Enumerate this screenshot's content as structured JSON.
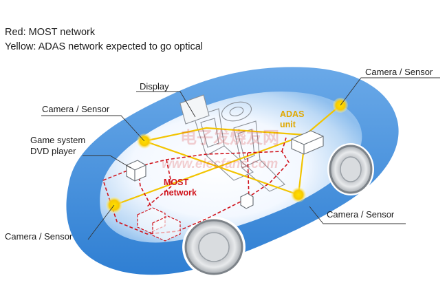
{
  "legend": {
    "red": "Red: MOST network",
    "yellow": "Yellow: ADAS network expected to go optical"
  },
  "labels": {
    "camera_sensor_top_right": "Camera / Sensor",
    "camera_sensor_upper_left": "Camera / Sensor",
    "display": "Display",
    "game_system_line1": "Game system",
    "game_system_line2": "DVD player",
    "camera_sensor_bottom_left": "Camera / Sensor",
    "camera_sensor_bottom_right": "Camera / Sensor"
  },
  "networks": {
    "most_line1": "MOST",
    "most_line2": "network",
    "adas_line1": "ADAS",
    "adas_line2": "unit"
  },
  "watermark": {
    "cn": "电子发烧友网",
    "url": "www.elecfans.com"
  },
  "colors": {
    "most": "#d0121b",
    "adas": "#f2c400",
    "car_body": "#3f8fdc",
    "wheel": "#9a9fa5"
  }
}
